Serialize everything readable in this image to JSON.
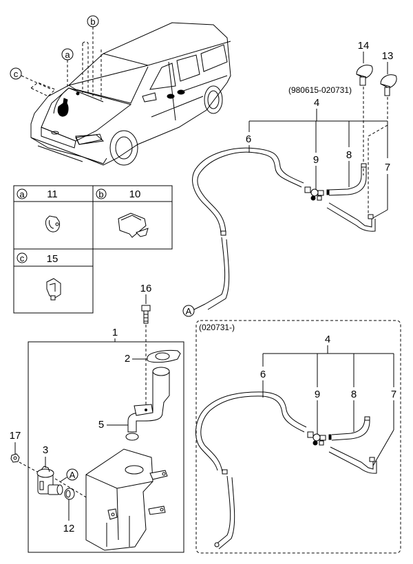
{
  "diagram": {
    "title": "Windshield Washer Reservoir & Hoses",
    "vehicle_callouts": [
      {
        "letter": "a"
      },
      {
        "letter": "b"
      },
      {
        "letter": "c"
      }
    ],
    "clip_table": [
      {
        "letter": "a",
        "part": "11"
      },
      {
        "letter": "b",
        "part": "10"
      },
      {
        "letter": "c",
        "part": "15"
      }
    ],
    "reservoir_group": {
      "assembly_label": "1",
      "parts": {
        "gasket": "2",
        "pump": "3",
        "filler_neck": "5",
        "grommet": "12",
        "bolt": "16",
        "nut": "17"
      },
      "connector_letter": "A"
    },
    "hose_upper": {
      "date_range": "(980615-020731)",
      "assembly_label": "4",
      "hose_labels": [
        "6",
        "9",
        "8",
        "7"
      ],
      "nozzles": [
        "14",
        "13"
      ],
      "connector_letter": "A"
    },
    "hose_lower": {
      "date_range": "(020731-)",
      "assembly_label": "4",
      "hose_labels": [
        "6",
        "9",
        "8",
        "7"
      ]
    }
  }
}
